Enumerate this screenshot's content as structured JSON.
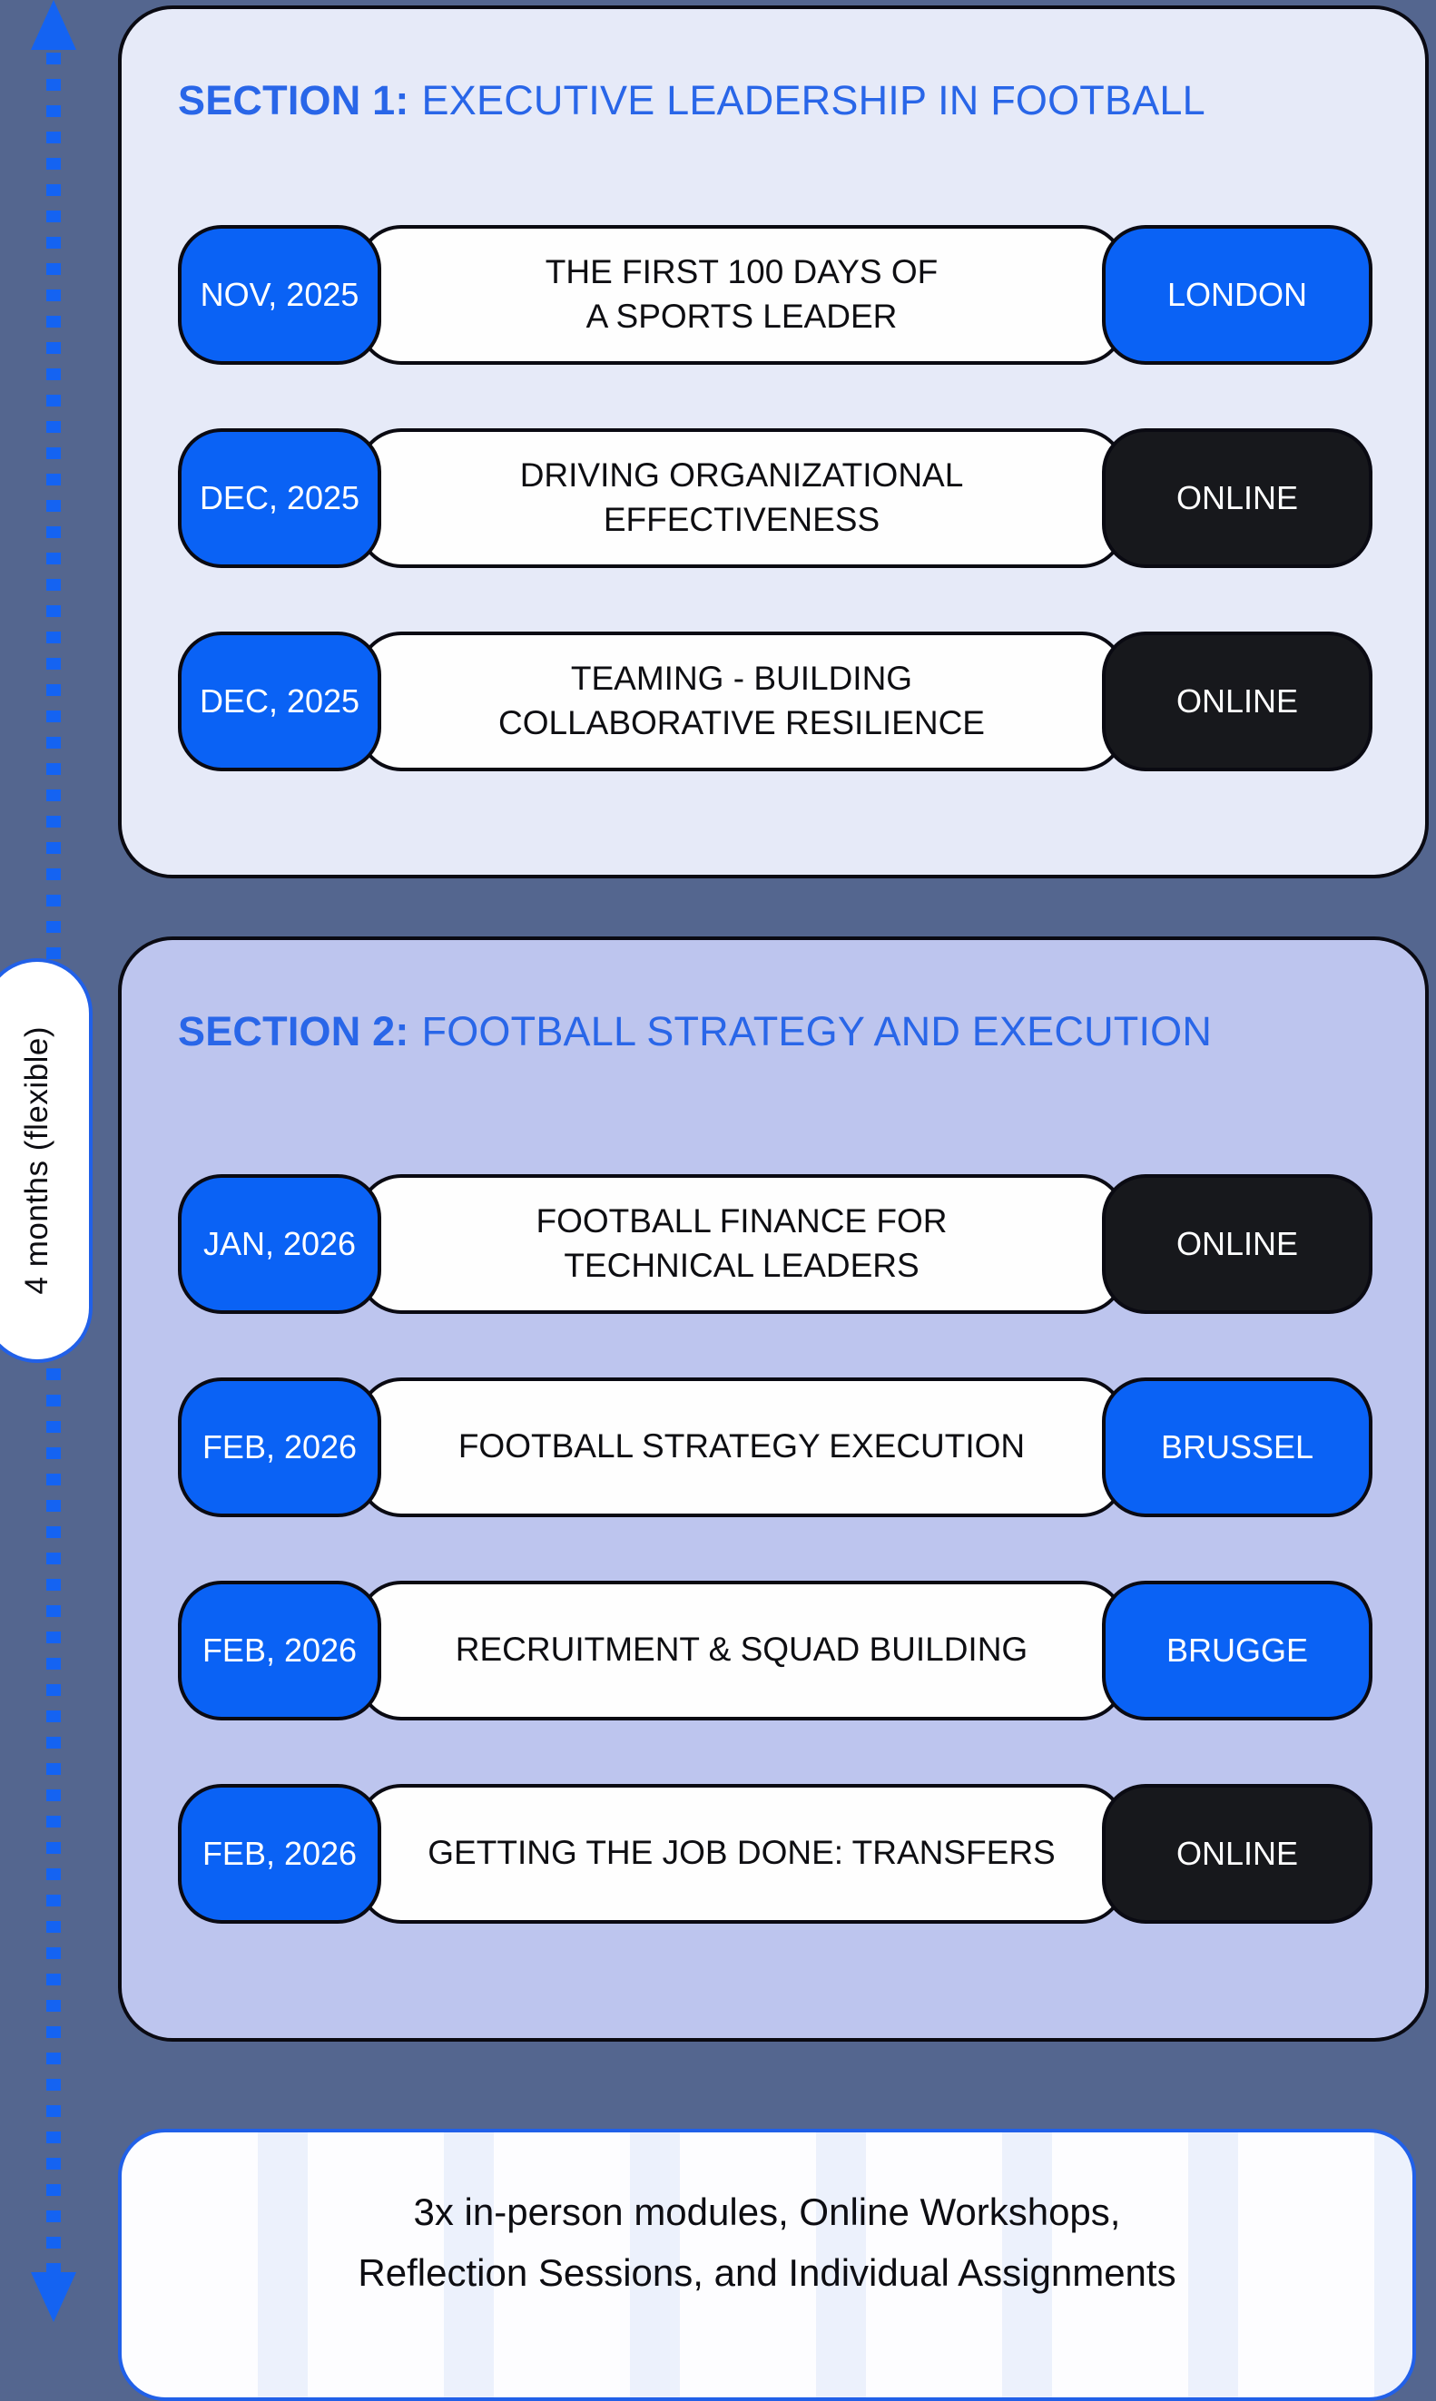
{
  "page": {
    "background": "#54668F"
  },
  "timeline": {
    "label": "4 months (flexible)",
    "color": "#1463F2",
    "arrow_up_icon": "arrow-up-icon",
    "arrow_down_icon": "arrow-down-icon"
  },
  "sections": [
    {
      "label": "SECTION 1:",
      "title": "EXECUTIVE LEADERSHIP IN FOOTBALL",
      "background": "#E6EAF8",
      "rows": [
        {
          "date": "NOV, 2025",
          "title": "THE FIRST 100 DAYS OF\nA SPORTS LEADER",
          "location": "LONDON",
          "location_type": "blue"
        },
        {
          "date": "DEC, 2025",
          "title": "DRIVING ORGANIZATIONAL EFFECTIVENESS",
          "location": "ONLINE",
          "location_type": "dark"
        },
        {
          "date": "DEC, 2025",
          "title": "TEAMING - BUILDING\nCOLLABORATIVE RESILIENCE",
          "location": "ONLINE",
          "location_type": "dark"
        }
      ]
    },
    {
      "label": "SECTION 2:",
      "title": "FOOTBALL STRATEGY AND EXECUTION",
      "background": "#BDC5EE",
      "rows": [
        {
          "date": "JAN, 2026",
          "title": "FOOTBALL FINANCE FOR\nTECHNICAL LEADERS",
          "location": "ONLINE",
          "location_type": "dark"
        },
        {
          "date": "FEB, 2026",
          "title": "FOOTBALL STRATEGY EXECUTION",
          "location": "BRUSSEL",
          "location_type": "blue"
        },
        {
          "date": "FEB, 2026",
          "title": "RECRUITMENT & SQUAD BUILDING",
          "location": "BRUGGE",
          "location_type": "blue"
        },
        {
          "date": "FEB, 2026",
          "title": "GETTING THE JOB DONE: TRANSFERS",
          "location": "ONLINE",
          "location_type": "dark"
        }
      ]
    }
  ],
  "footer": {
    "text": "3x in-person modules, Online Workshops,\nReflection Sessions, and Individual Assignments"
  },
  "colors": {
    "accent_blue": "#0A62F5",
    "header_blue": "#2966E8",
    "pill_dark": "#17181C",
    "card_border": "#0A0A12",
    "footer_border": "#2160E8"
  }
}
